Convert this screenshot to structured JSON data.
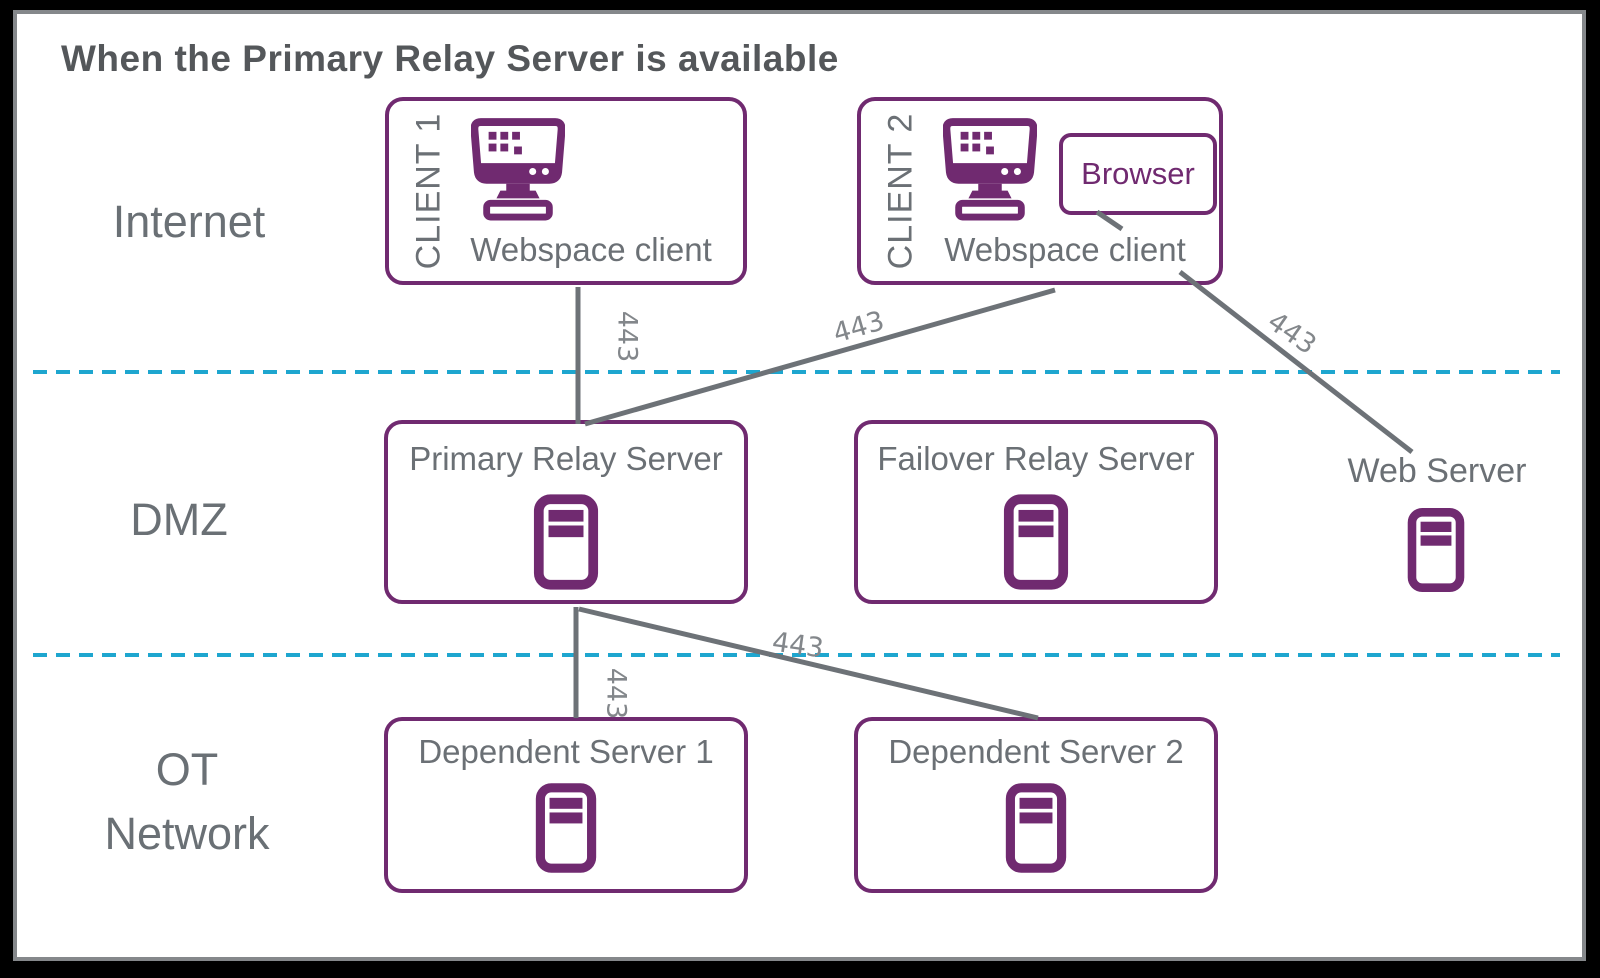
{
  "title": "When the Primary Relay Server is available",
  "zones": {
    "internet": {
      "label": "Internet"
    },
    "dmz": {
      "label": "DMZ"
    },
    "ot": {
      "label": "OT Network"
    }
  },
  "nodes": {
    "client1": {
      "tag": "CLIENT 1",
      "label": "Webspace client"
    },
    "client2": {
      "tag": "CLIENT 2",
      "label": "Webspace client",
      "browser": "Browser"
    },
    "primary_relay": {
      "label": "Primary Relay Server"
    },
    "failover_relay": {
      "label": "Failover Relay Server"
    },
    "web_server": {
      "label": "Web Server"
    },
    "dependent1": {
      "label": "Dependent Server 1"
    },
    "dependent2": {
      "label": "Dependent Server 2"
    }
  },
  "connections": {
    "client1_to_primary": {
      "port": "443"
    },
    "client2_to_primary": {
      "port": "443"
    },
    "client2_to_webserver": {
      "port": "443"
    },
    "primary_to_dependent1": {
      "port": "443"
    },
    "primary_to_dependent2": {
      "port": "443"
    }
  },
  "colors": {
    "brand_purple": "#702a70",
    "text_gray": "#6b7075",
    "title_gray": "#54575a",
    "connector_gray": "#6d7277",
    "zone_divider_teal": "#1ea6cf",
    "panel_border_gray": "#85888b",
    "outer_background": "#000000"
  }
}
